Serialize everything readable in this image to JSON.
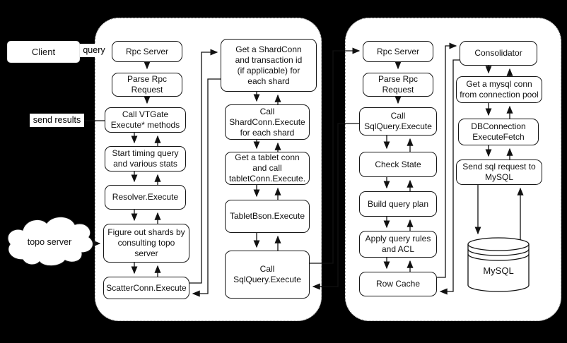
{
  "colors": {
    "background": "#000000",
    "node_fill": "#ffffff",
    "stroke": "#111111",
    "container_border": "#8f8f8f"
  },
  "client": {
    "label": "Client"
  },
  "labels": {
    "query": "query",
    "send_results": "send results",
    "topo_server": "topo server"
  },
  "vtgate": {
    "main": [
      "Rpc Server",
      "Parse Rpc\nRequest",
      "Call VTGate\nExecute* methods",
      "Start timing query\nand various stats",
      "Resolver.Execute",
      "Figure out shards by\nconsulting topo server",
      "ScatterConn.Execute"
    ],
    "shard": [
      "Get a ShardConn\nand transaction id\n(if applicable) for\neach shard",
      "Call\nShardConn.Execute\nfor each shard",
      "Get a tablet conn\nand call\ntabletConn.Execute.",
      "TabletBson.Execute",
      "Call\nSqlQuery.Execute"
    ]
  },
  "vttablet": {
    "main": [
      "Rpc Server",
      "Parse Rpc\nRequest",
      "Call\nSqlQuery.Execute",
      "Check State",
      "Build query plan",
      "Apply query rules\nand ACL",
      "Row Cache"
    ],
    "mysql_path": [
      "Consolidator",
      "Get a mysql conn\nfrom connection pool",
      "DBConnection\nExecuteFetch",
      "Send sql request to\nMySQL"
    ]
  },
  "database": {
    "label": "MySQL"
  }
}
